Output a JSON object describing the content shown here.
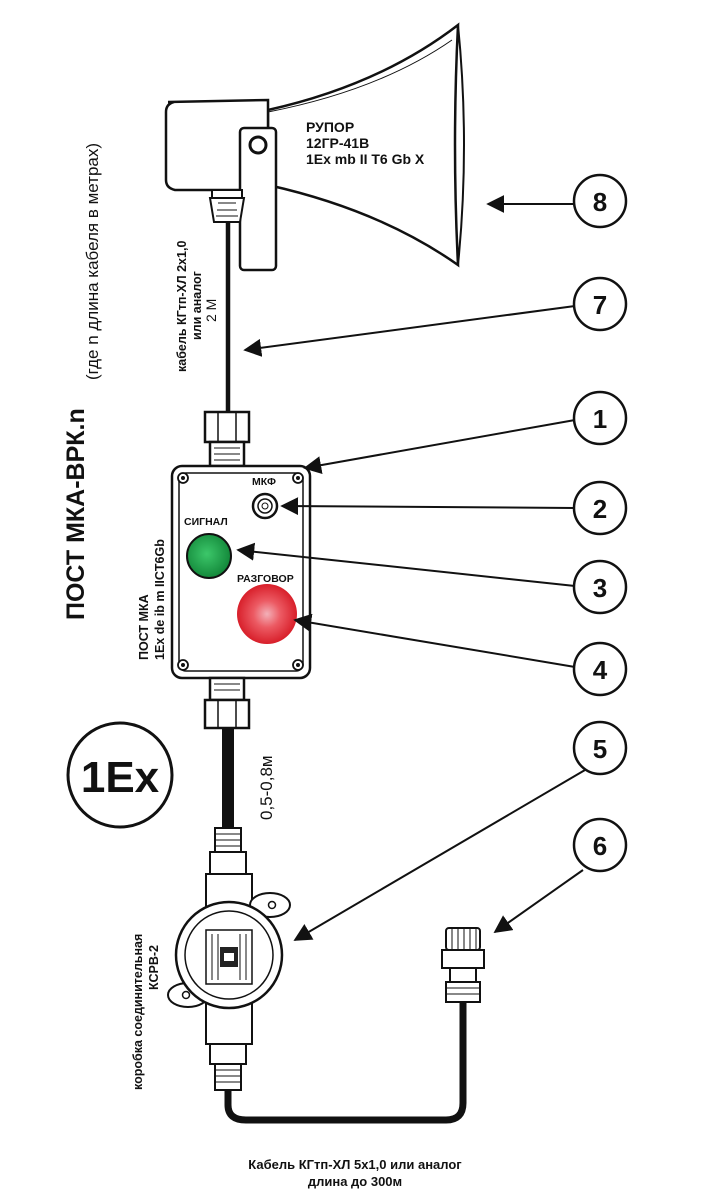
{
  "title": {
    "main": "ПОСТ МКА-ВРК.n",
    "note": "(где n длина кабеля в метрах)"
  },
  "horn": {
    "name": "РУПОР",
    "model": "12ГР-41В",
    "marking": "1Ex mb II T6 Gb X"
  },
  "cable_top": {
    "line1": "кабель КГтп-ХЛ 2х1,0",
    "line2": "или аналог",
    "line3": "2 М"
  },
  "post": {
    "name": "ПОСТ МКА",
    "marking": "1Ex de ib m IICT6Gb",
    "mic_label": "МКФ",
    "signal_label": "СИГНАЛ",
    "talk_label": "РАЗГОВОР",
    "signal_color": "#1fa04a",
    "talk_color": "#e8323a"
  },
  "ex_badge": "1Ex",
  "cable_mid": "0,5-0,8м",
  "box": {
    "line1": "коробка соединительная",
    "line2": "КСРВ-2"
  },
  "cable_bottom": {
    "line1": "Кабель КГтп-ХЛ 5х1,0 или аналог",
    "line2": "длина до 300м"
  },
  "callouts": [
    "1",
    "2",
    "3",
    "4",
    "5",
    "6",
    "7",
    "8"
  ]
}
